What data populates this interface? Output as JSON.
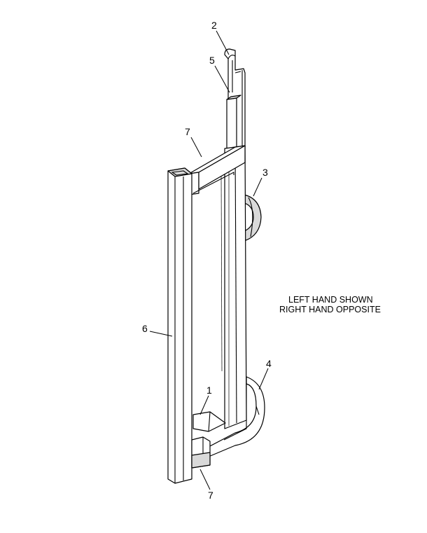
{
  "callouts": {
    "c1": "1",
    "c2": "2",
    "c3": "3",
    "c4": "4",
    "c5": "5",
    "c6": "6",
    "c7_top": "7",
    "c7_bottom": "7"
  },
  "note": {
    "line1": "LEFT HAND SHOWN",
    "line2": "RIGHT HAND OPPOSITE"
  }
}
